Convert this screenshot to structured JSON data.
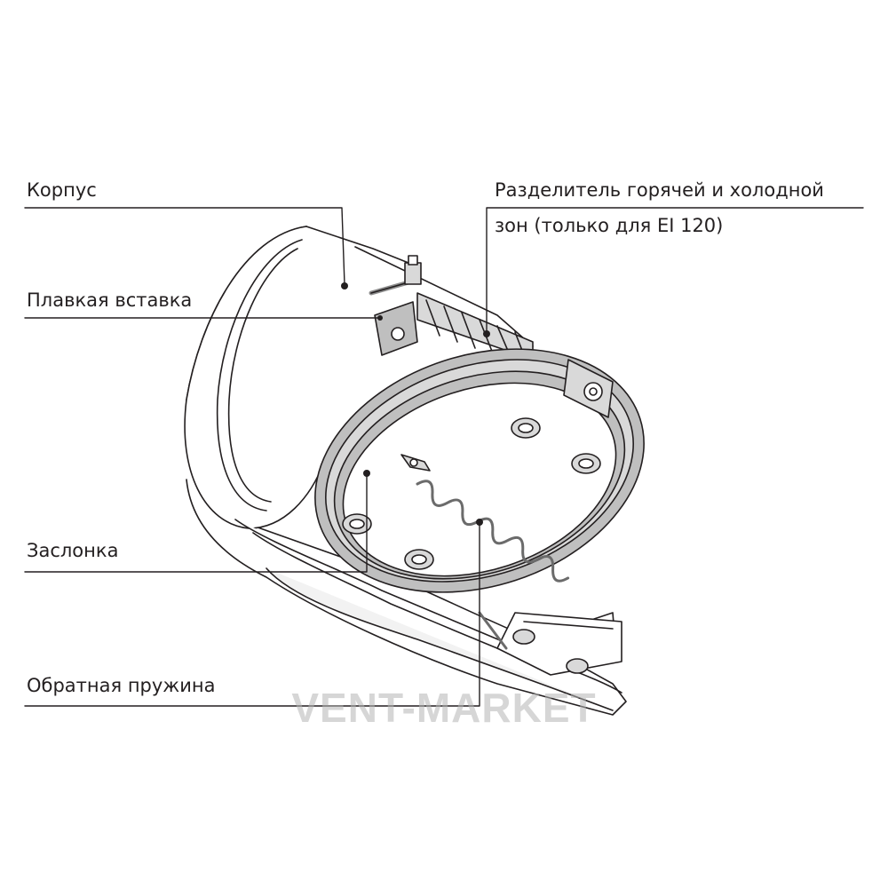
{
  "labels": {
    "housing": "Корпус",
    "fusible_insert": "Плавкая вставка",
    "damper": "Заслонка",
    "return_spring": "Обратная пружина",
    "separator_line1": "Разделитель горячей и холодной",
    "separator_line2": "зон (только для EI 120)"
  },
  "watermark": "VENT-MARKET",
  "colors": {
    "line": "#231f20",
    "body_fill": "#ffffff",
    "gray_light": "#d9d9d9",
    "gray_mid": "#bfbfbf",
    "gray_dark": "#8c8c8c"
  }
}
